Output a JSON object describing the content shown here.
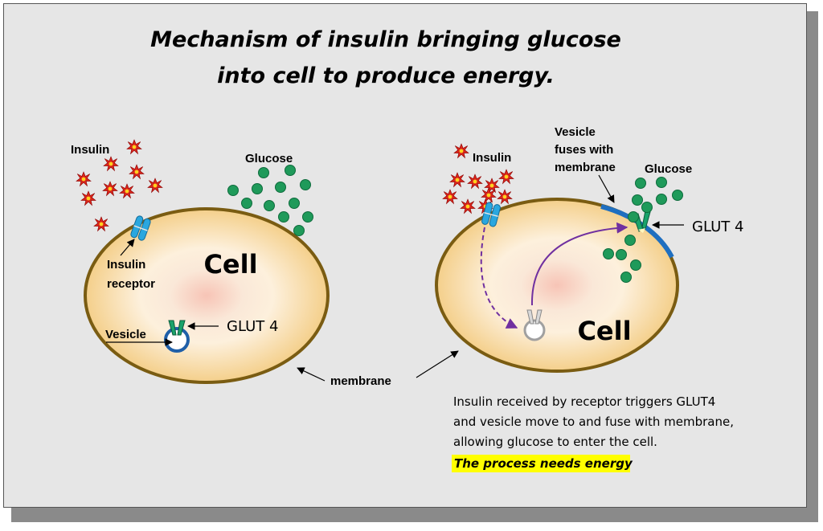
{
  "title_lines": [
    "Mechanism of insulin bringing glucose",
    "into cell to produce energy."
  ],
  "left_cell": {
    "insulin_label": "Insulin",
    "glucose_label": "Glucose",
    "receptor_label_line1": "Insulin",
    "receptor_label_line2": "receptor",
    "cell_label": "Cell",
    "vesicle_label": "Vesicle",
    "glut4_label": "GLUT 4"
  },
  "right_cell": {
    "insulin_label": "Insulin",
    "vesicle_fuses_line1": "Vesicle",
    "vesicle_fuses_line2": "fuses with",
    "vesicle_fuses_line3": "membrane",
    "glucose_label": "Glucose",
    "glut4_label": "GLUT 4",
    "cell_label": "Cell"
  },
  "membrane_label": "membrane",
  "description_lines": [
    "Insulin received by receptor triggers GLUT4",
    "and vesicle move to and fuse with membrane,",
    "allowing glucose to enter the cell."
  ],
  "energy_note": "The process needs energy",
  "colors": {
    "panel_bg": "#e6e6e6",
    "membrane": "#7a5c12",
    "cytoplasm_outer": "#f6d79a",
    "cytoplasm_inner": "#f9c6b6",
    "glucose": "#1f9a5a",
    "insulin": "#d9261c",
    "receptor": "#2aa7df",
    "glut4": "#1aa36b",
    "vesicle": "#1f5fa8",
    "fused_membrane": "#1f6fc0",
    "pathway_arrow": "#7030a0",
    "highlight": "#ffff00"
  }
}
